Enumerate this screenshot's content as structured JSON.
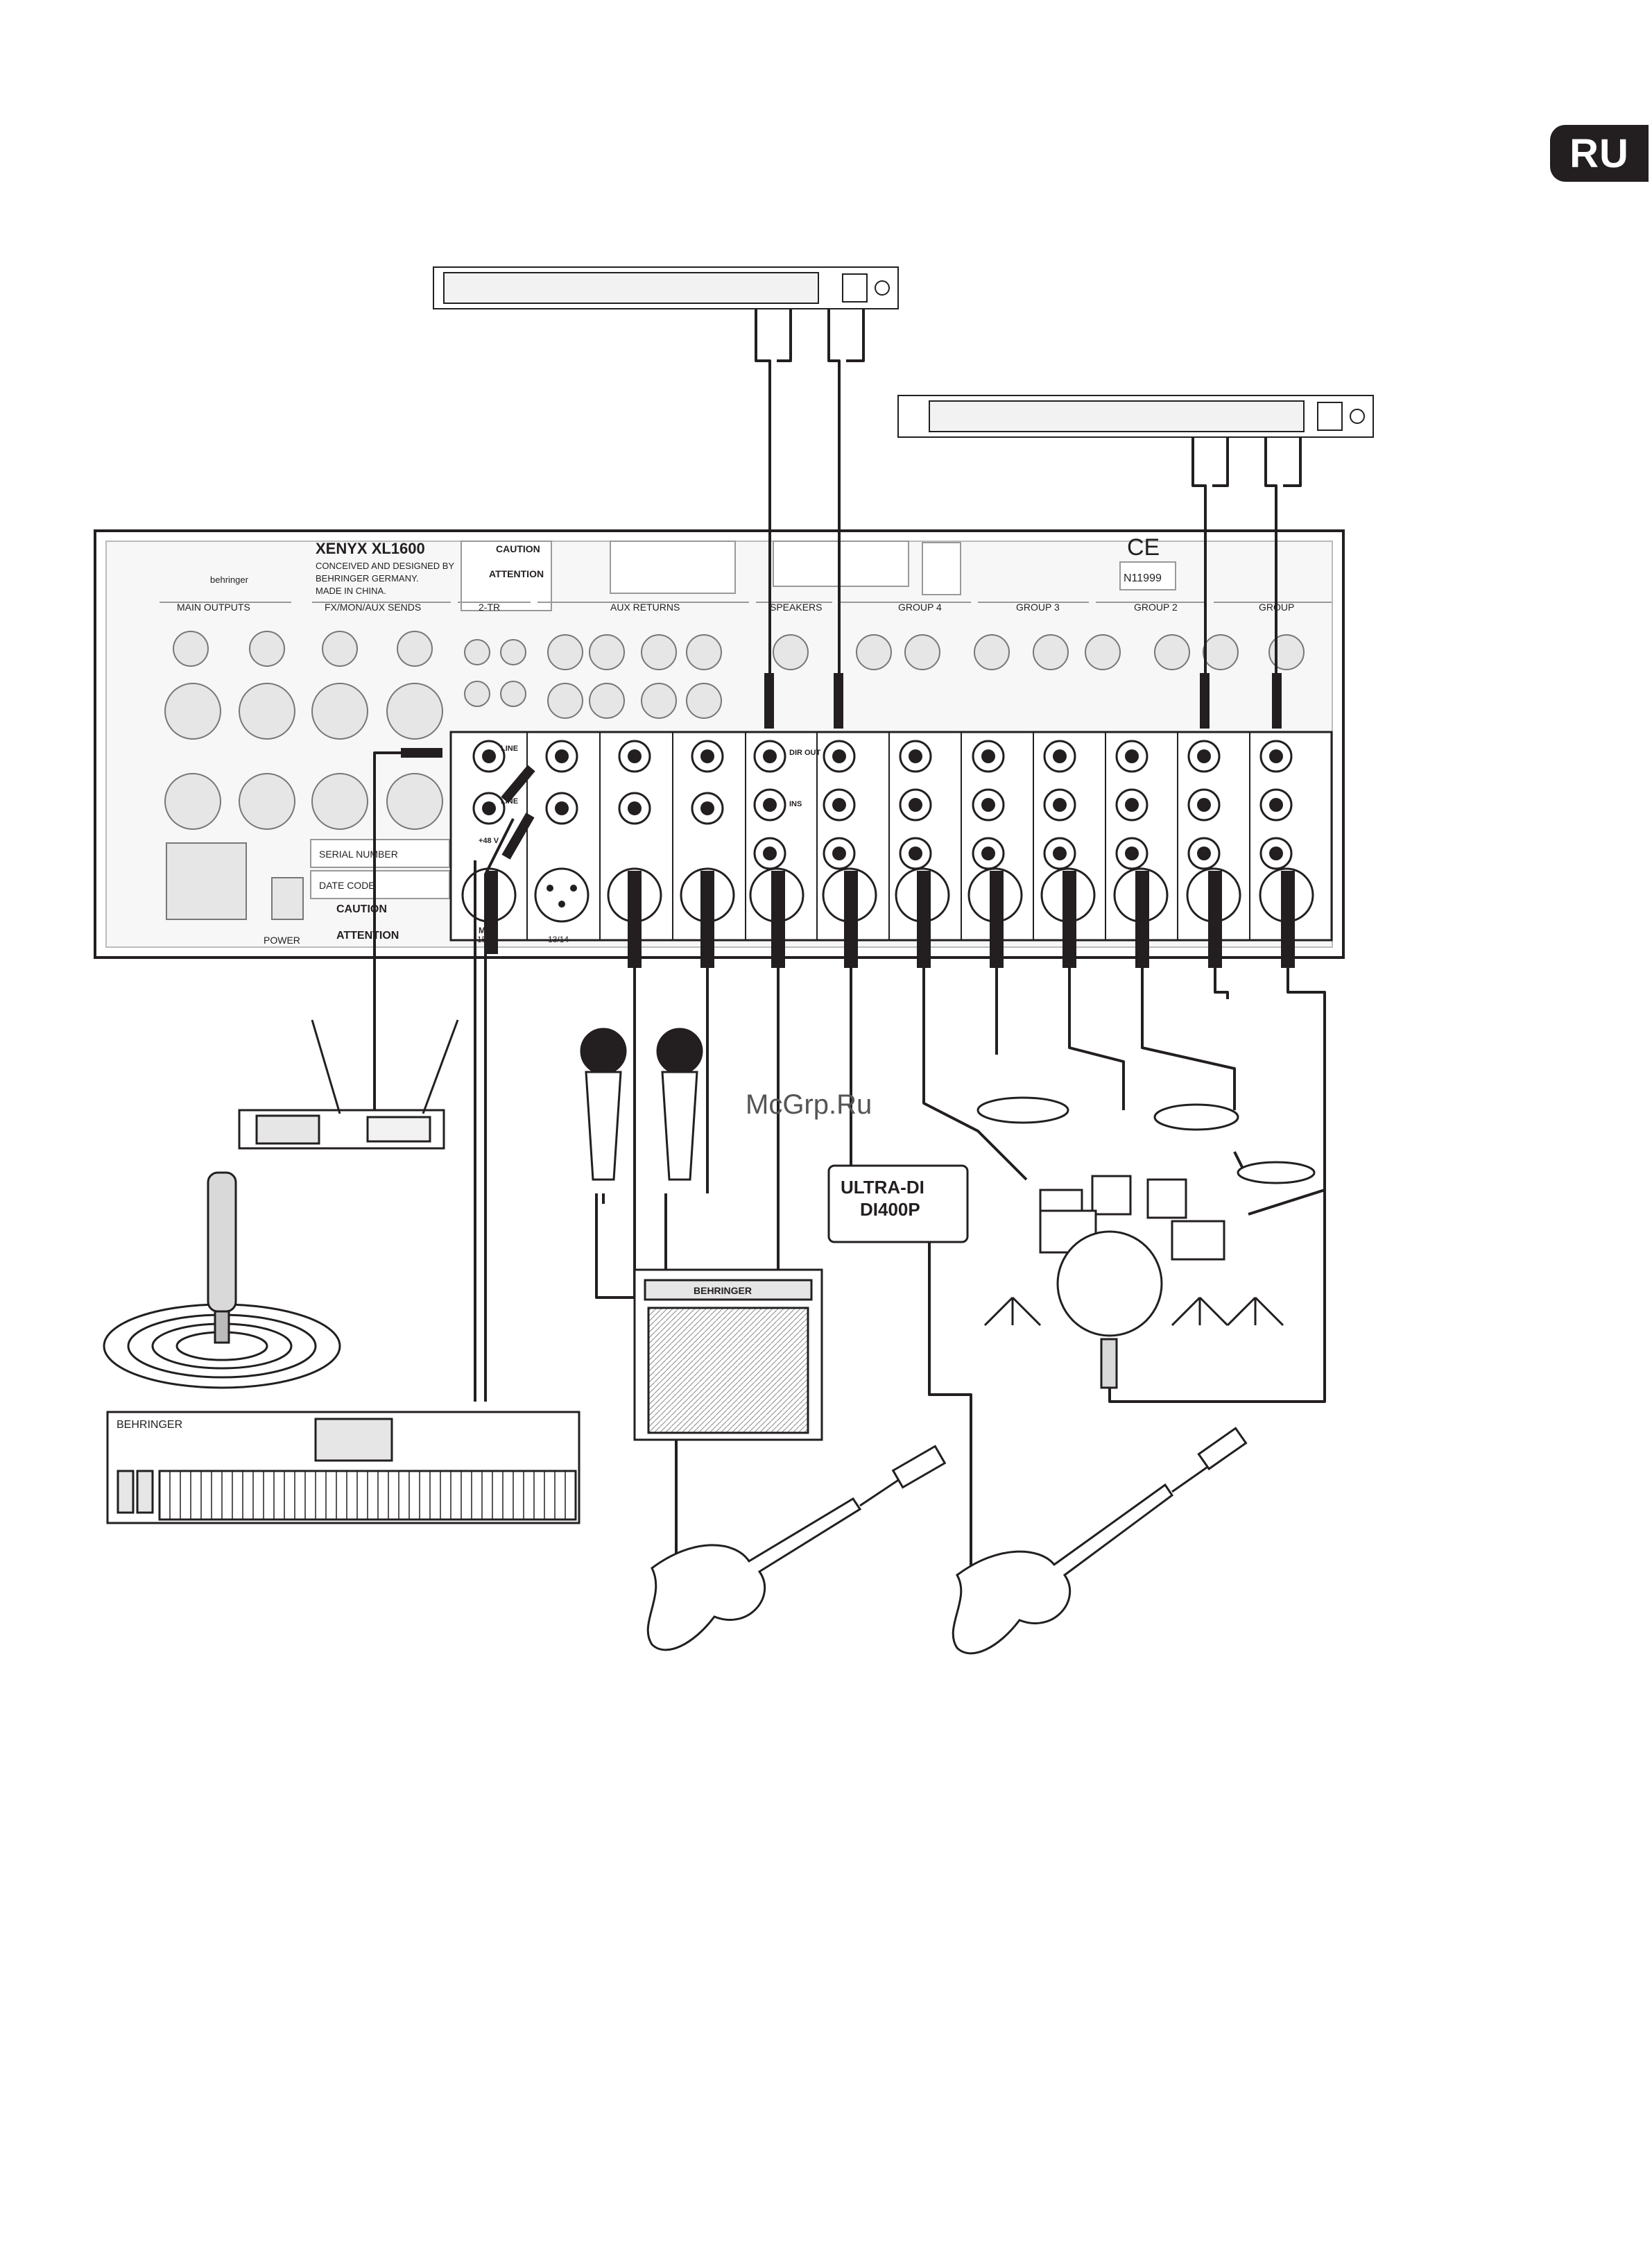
{
  "badge": {
    "language": "RU"
  },
  "watermark": "McGrp.Ru",
  "mixer": {
    "model": "XENYX XL1600",
    "brand": "behringer",
    "made_lines": [
      "CONCEIVED AND DESIGNED BY",
      "BEHRINGER GERMANY.",
      "MADE IN CHINA."
    ],
    "caution_title": "CAUTION",
    "attention_title": "ATTENTION",
    "section_labels": [
      "MAIN OUTPUTS",
      "FX/MON/AUX SENDS",
      "2-TR",
      "AUX RETURNS",
      "SPEAKERS",
      "GROUP 4",
      "GROUP 3",
      "GROUP 2",
      "GROUP"
    ],
    "jack_labels": {
      "line_l": "LINE",
      "line_r": "LINE",
      "dir_out": "DIR OUT",
      "ins": "INS",
      "phantom": "+48 V",
      "mic": "MIC"
    },
    "channel_numbers": [
      "15/16",
      "13/14"
    ],
    "serial_label": "SERIAL NUMBER",
    "date_label": "DATE CODE",
    "power_label": "POWER",
    "ce_label": "CE",
    "n_label": "N11999"
  },
  "devices": {
    "di_box_line1": "ULTRA-DI",
    "di_box_line2": "DI400P",
    "amp_brand": "BEHRINGER",
    "keyboard_brand": "BEHRINGER"
  },
  "colors": {
    "line": "#231f20",
    "fill_light": "#f2f2f2",
    "fill_mid": "#d9d9d9",
    "badge": "#231f20"
  }
}
